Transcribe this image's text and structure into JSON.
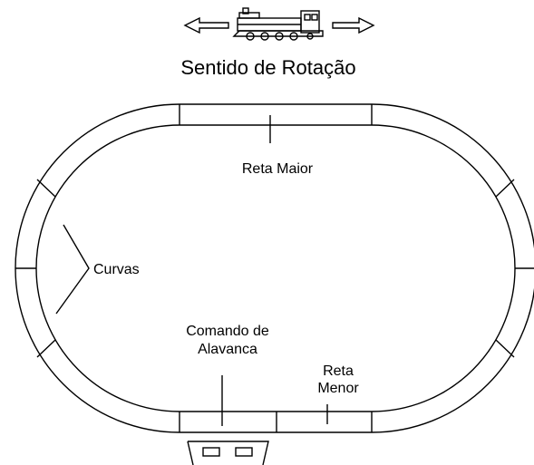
{
  "title": "Sentido de Rotação",
  "icons": {
    "left_arrow": "arrow-left-icon",
    "right_arrow": "arrow-right-icon",
    "locomotive": "locomotive-icon"
  },
  "labels": {
    "straight_major": "Reta Maior",
    "curves": "Curvas",
    "lever_command_line1": "Comando de",
    "lever_command_line2": "Alavanca",
    "straight_minor_line1": "Reta",
    "straight_minor_line2": "Menor"
  },
  "colors": {
    "line": "#000000",
    "background": "#ffffff"
  }
}
